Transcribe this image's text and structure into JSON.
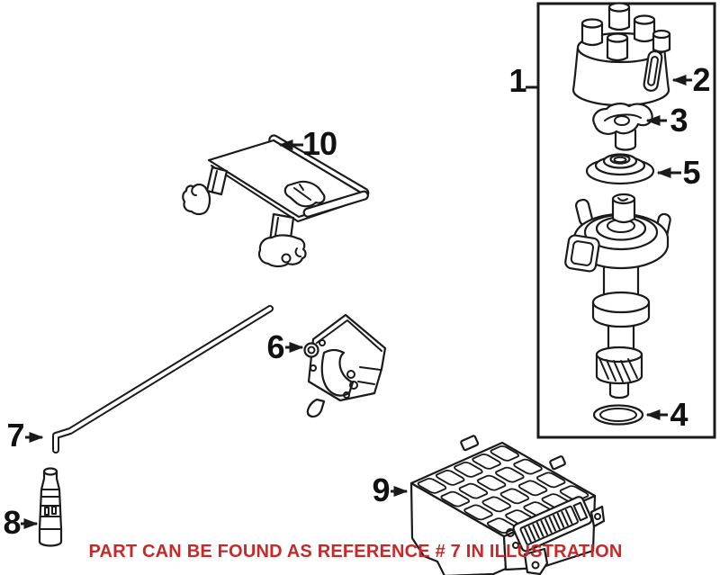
{
  "colors": {
    "background": "#ffffff",
    "line_art": "#1a1a1a",
    "callout_text": "#111111",
    "caption_red": "#c92828"
  },
  "diagram": {
    "type": "exploded-parts-illustration",
    "callouts": [
      {
        "ref": "1"
      },
      {
        "ref": "2"
      },
      {
        "ref": "3"
      },
      {
        "ref": "4"
      },
      {
        "ref": "5"
      },
      {
        "ref": "6"
      },
      {
        "ref": "7"
      },
      {
        "ref": "8"
      },
      {
        "ref": "9"
      },
      {
        "ref": "10"
      }
    ],
    "caption": "PART CAN BE FOUND AS REFERENCE # 7 IN ILLUSTRATION"
  }
}
